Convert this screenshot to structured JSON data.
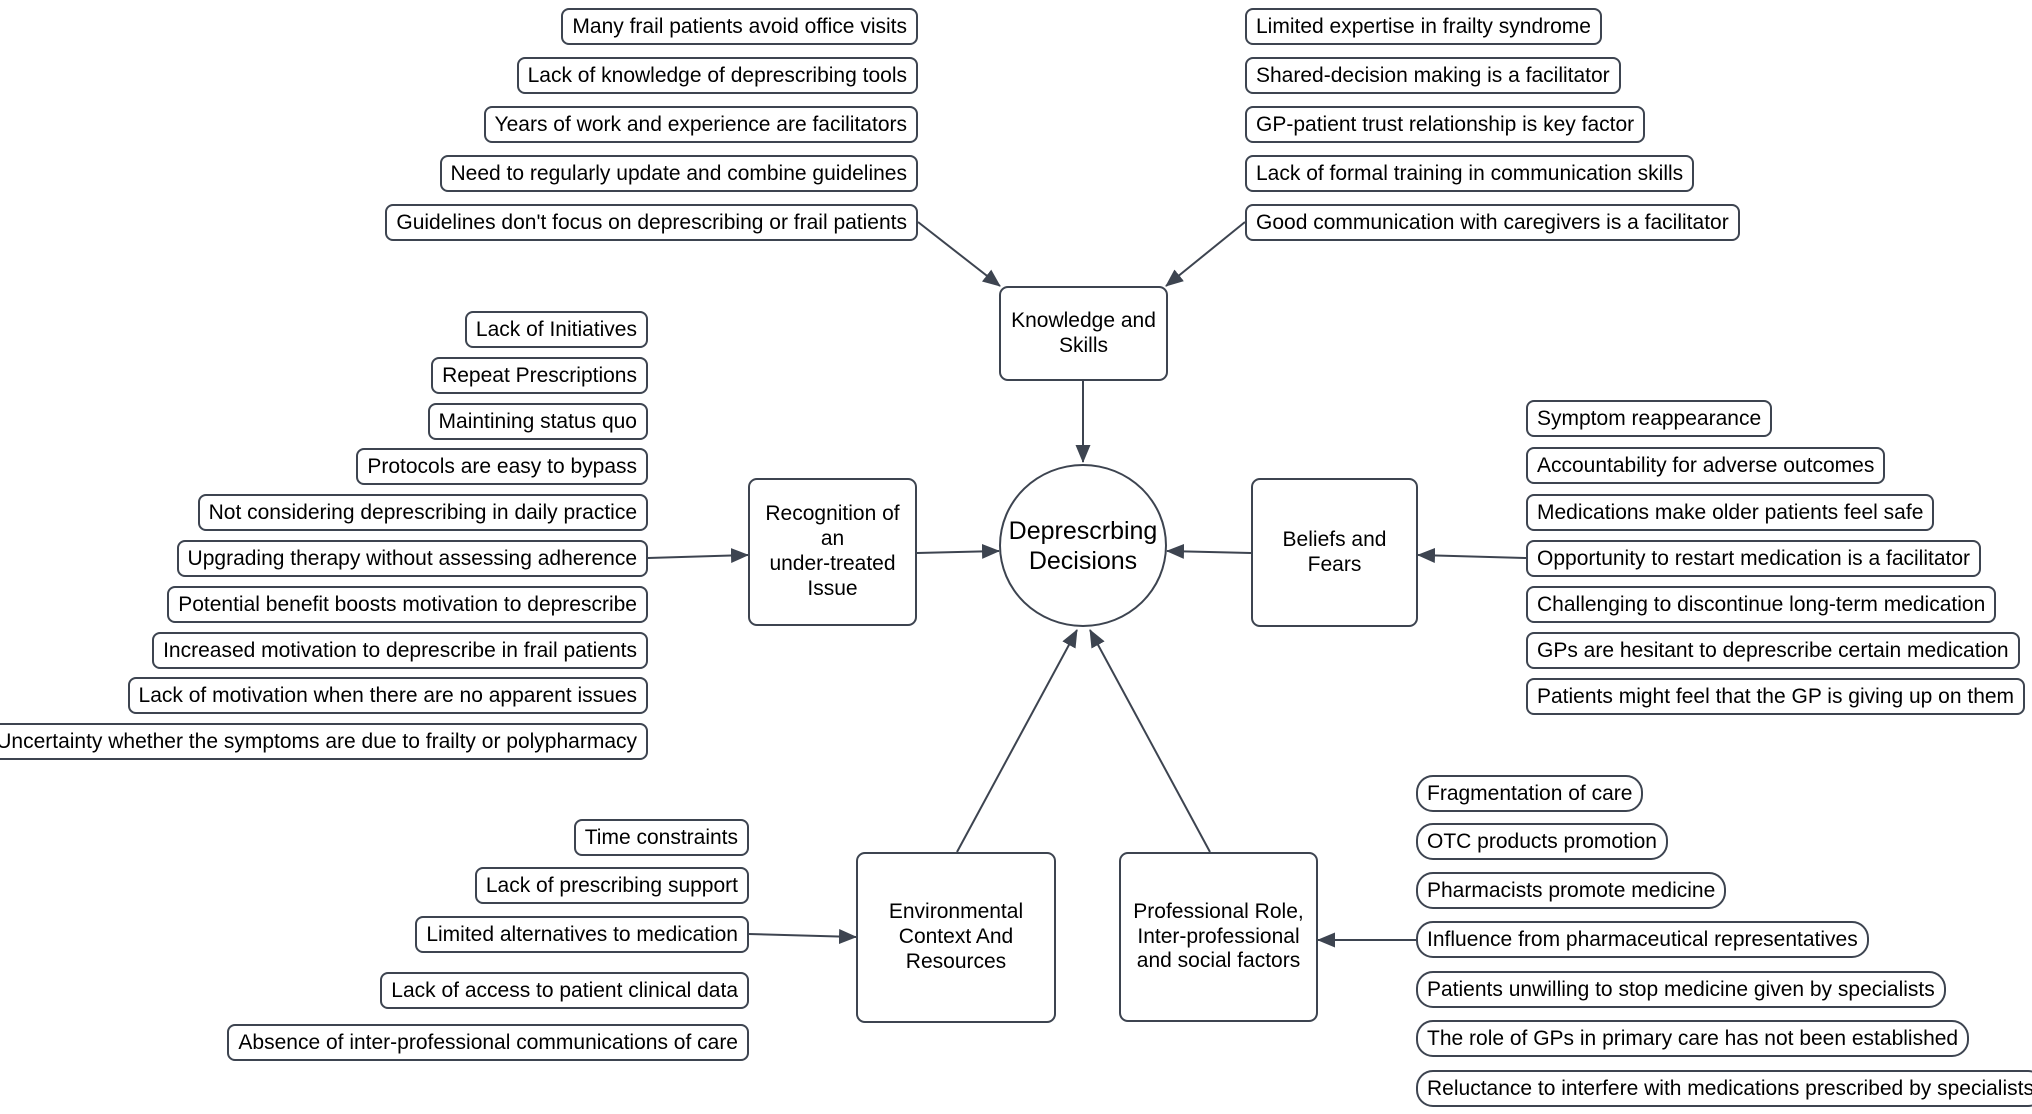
{
  "diagram": {
    "center": {
      "label": "Deprescrbing\nDecisions"
    },
    "categories": [
      {
        "id": "knowledge",
        "label": "Knowledge and\nSkills"
      },
      {
        "id": "recognition",
        "label": "Recognition of\nan\nunder-treated\nIssue"
      },
      {
        "id": "beliefs",
        "label": "Beliefs and\nFears"
      },
      {
        "id": "environmental",
        "label": "Environmental\nContext And\nResources"
      },
      {
        "id": "professional",
        "label": "Professional Role,\nInter-professional\nand social factors"
      }
    ],
    "groups": [
      {
        "id": "knowledge-left",
        "category": "knowledge",
        "items": [
          "Many frail patients avoid office visits",
          "Lack of knowledge of deprescribing tools",
          "Years of work and experience are facilitators",
          "Need to regularly update and combine guidelines",
          "Guidelines don't focus on deprescribing or frail patients"
        ]
      },
      {
        "id": "knowledge-right",
        "category": "knowledge",
        "items": [
          "Limited expertise in frailty syndrome",
          "Shared-decision making is a facilitator",
          "GP-patient trust relationship is key factor",
          "Lack of formal training in communication skills",
          "Good communication with caregivers is a facilitator"
        ]
      },
      {
        "id": "recognition-factors",
        "category": "recognition",
        "items": [
          "Lack of Initiatives",
          "Repeat Prescriptions",
          "Maintining status quo",
          "Protocols are easy to bypass",
          "Not considering deprescribing in daily practice",
          "Upgrading therapy without assessing adherence",
          "Potential benefit boosts motivation to deprescribe",
          "Increased motivation to deprescribe in frail patients",
          "Lack of motivation when there are no apparent issues",
          "Uncertainty whether the symptoms are due to frailty or polypharmacy"
        ]
      },
      {
        "id": "beliefs-factors",
        "category": "beliefs",
        "items": [
          "Symptom reappearance",
          "Accountability for adverse outcomes",
          "Medications make older patients feel safe",
          "Opportunity to restart medication is a facilitator",
          "Challenging to discontinue long-term medication",
          "GPs are hesitant to deprescribe certain medication",
          "Patients might feel that the GP is giving up on them"
        ]
      },
      {
        "id": "environmental-factors",
        "category": "environmental",
        "items": [
          "Time constraints",
          "Lack of prescribing support",
          "Limited alternatives to medication",
          "Lack of access to patient clinical data",
          "Absence of inter-professional communications of care"
        ]
      },
      {
        "id": "professional-factors",
        "category": "professional",
        "items": [
          "Fragmentation of care",
          "OTC products promotion",
          "Pharmacists promote medicine",
          "Influence from pharmaceutical representatives",
          "Patients unwilling to stop medicine given by specialists",
          "The role of GPs in primary care has not been established",
          "Reluctance to interfere with medications prescribed by specialists"
        ]
      }
    ]
  },
  "colors": {
    "stroke": "#3d4450",
    "node_fill": "#ffffff",
    "text": "#000000",
    "background": "#ffffff"
  }
}
